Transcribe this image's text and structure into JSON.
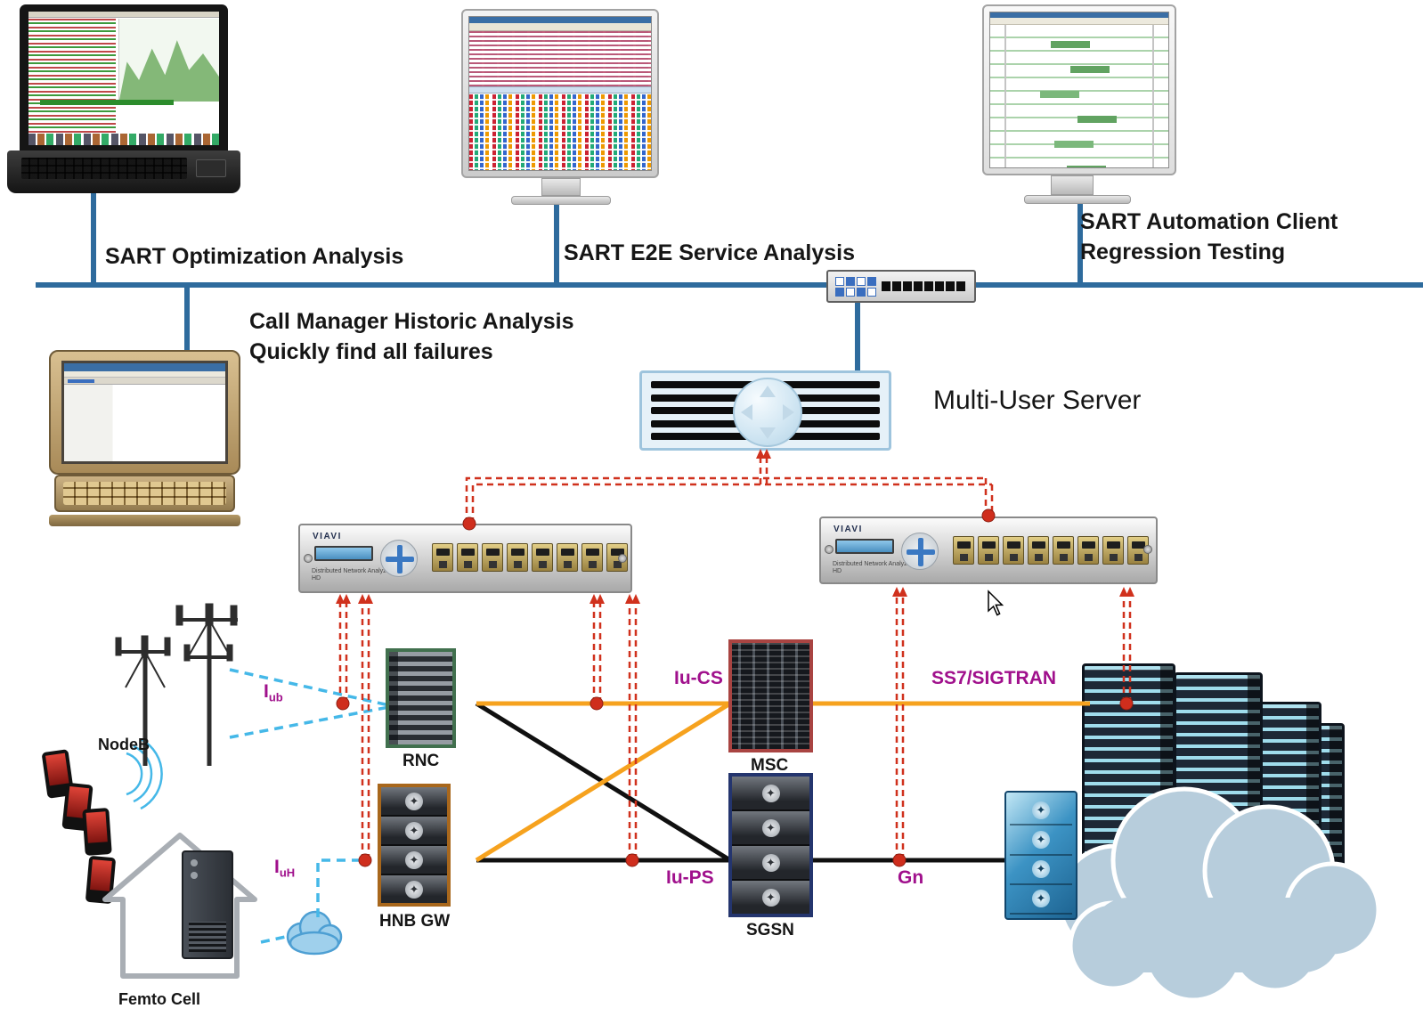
{
  "labels": {
    "sart_optimization": "SART Optimization Analysis",
    "sart_e2e": "SART E2E Service Analysis",
    "sart_automation_1": "SART Automation Client",
    "sart_automation_2": "Regression Testing",
    "call_manager_1": "Call Manager Historic Analysis",
    "call_manager_2": "Quickly find all failures",
    "multi_user_server": "Multi-User Server"
  },
  "network_elements": {
    "nodeb": "NodeB",
    "femto_cell": "Femto Cell",
    "rnc": "RNC",
    "hnb_gw": "HNB GW",
    "msc": "MSC",
    "sgsn": "SGSN"
  },
  "interfaces": {
    "iub_base": "I",
    "iub_sub": "ub",
    "iuh_base": "I",
    "iuh_sub": "uH",
    "iu_cs": "Iu-CS",
    "iu_ps": "Iu-PS",
    "ss7_sigtran": "SS7/SIGTRAN",
    "gn": "Gn"
  },
  "devices": {
    "analyzer_brand": "VIAVI",
    "analyzer_model": "Distributed Network Analyzer HD"
  },
  "colors": {
    "bus_blue": "#2e6b9d",
    "tap_red": "#d0311d",
    "cs_orange": "#f6a21e",
    "ps_black": "#111111",
    "radio_cyan": "#45b8e8",
    "interface_magenta": "#a0108c"
  }
}
